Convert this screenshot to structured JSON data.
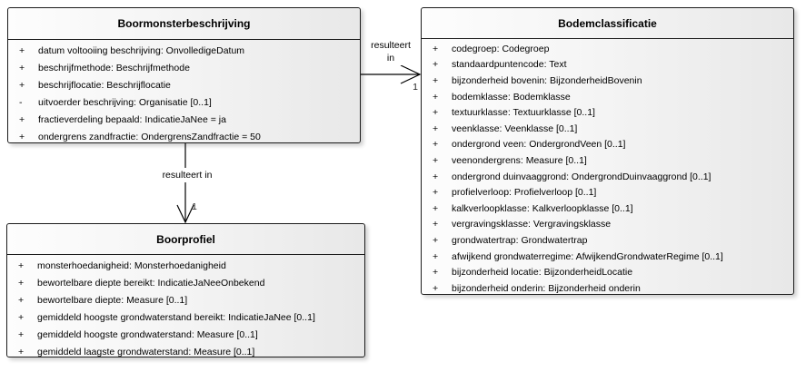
{
  "diagram": {
    "kind": "uml-class-diagram",
    "background_color": "#ffffff",
    "box_fill_light": "#fdfdfd",
    "box_fill_dark": "#e8e8e8",
    "border_color": "#1c1c1c",
    "line_color": "#000000"
  },
  "classes": [
    {
      "title": "Boormonsterbeschrijving",
      "attributes": [
        {
          "vis": "+",
          "text": "datum voltooiing beschrijving: OnvolledigeDatum"
        },
        {
          "vis": "+",
          "text": "beschrijfmethode: Beschrijfmethode"
        },
        {
          "vis": "+",
          "text": "beschrijflocatie: Beschrijflocatie"
        },
        {
          "vis": "-",
          "text": "uitvoerder beschrijving: Organisatie [0..1]"
        },
        {
          "vis": "+",
          "text": "fractieverdeling bepaald: IndicatieJaNee = ja"
        },
        {
          "vis": "+",
          "text": "ondergrens zandfractie: OndergrensZandfractie = 50"
        }
      ]
    },
    {
      "title": "Bodemclassificatie",
      "attributes": [
        {
          "vis": "+",
          "text": "codegroep: Codegroep"
        },
        {
          "vis": "+",
          "text": "standaardpuntencode: Text"
        },
        {
          "vis": "+",
          "text": "bijzonderheid bovenin: BijzonderheidBovenin"
        },
        {
          "vis": "+",
          "text": "bodemklasse: Bodemklasse"
        },
        {
          "vis": "+",
          "text": "textuurklasse: Textuurklasse [0..1]"
        },
        {
          "vis": "+",
          "text": "veenklasse: Veenklasse [0..1]"
        },
        {
          "vis": "+",
          "text": "ondergrond veen: OndergrondVeen [0..1]"
        },
        {
          "vis": "+",
          "text": "veenondergrens: Measure [0..1]"
        },
        {
          "vis": "+",
          "text": "ondergrond duinvaaggrond: OndergrondDuinvaaggrond [0..1]"
        },
        {
          "vis": "+",
          "text": "profielverloop: Profielverloop [0..1]"
        },
        {
          "vis": "+",
          "text": "kalkverloopklasse: Kalkverloopklasse [0..1]"
        },
        {
          "vis": "+",
          "text": "vergravingsklasse: Vergravingsklasse"
        },
        {
          "vis": "+",
          "text": "grondwatertrap: Grondwatertrap"
        },
        {
          "vis": "+",
          "text": "afwijkend grondwaterregime: AfwijkendGrondwaterRegime [0..1]"
        },
        {
          "vis": "+",
          "text": "bijzonderheid locatie: BijzonderheidLocatie"
        },
        {
          "vis": "+",
          "text": "bijzonderheid onderin: Bijzonderheid onderin"
        }
      ]
    },
    {
      "title": "Boorprofiel",
      "attributes": [
        {
          "vis": "+",
          "text": "monsterhoedanigheid: Monsterhoedanigheid"
        },
        {
          "vis": "+",
          "text": "bewortelbare diepte bereikt: IndicatieJaNeeOnbekend"
        },
        {
          "vis": "+",
          "text": "bewortelbare diepte: Measure [0..1]"
        },
        {
          "vis": "+",
          "text": "gemiddeld hoogste grondwaterstand bereikt: IndicatieJaNee [0..1]"
        },
        {
          "vis": "+",
          "text": "gemiddeld hoogste grondwaterstand: Measure [0..1]"
        },
        {
          "vis": "+",
          "text": "gemiddeld laagste grondwaterstand: Measure [0..1]"
        }
      ]
    }
  ],
  "connectors": [
    {
      "label_line1": "resulteert",
      "label_line2": "in",
      "multiplicity": "1"
    },
    {
      "label": "resulteert in",
      "multiplicity": "1"
    }
  ]
}
